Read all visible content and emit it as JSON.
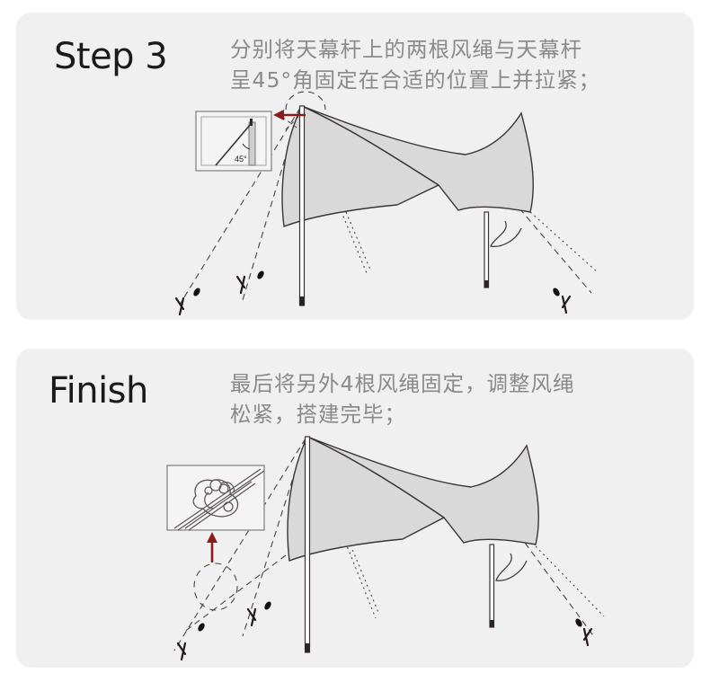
{
  "page": {
    "background_color": "#ffffff",
    "panel_color": "#f0f0f0",
    "accent_color": "#8b1a1a",
    "tarp_fill": "#d9d9d9",
    "line_color": "#3b3434",
    "text_color": "#8a8a8a",
    "title_color": "#1a1a1a"
  },
  "panels": [
    {
      "id": "step3",
      "title": "Step 3",
      "description_lines": [
        "分别将天幕杆上的两根风绳与天幕杆",
        "呈45°角固定在合适的位置上并拉紧；"
      ],
      "inset": {
        "label": "45°",
        "caption": "pole-guyline-angle-detail",
        "arrow_direction": "left",
        "arrow_color": "#8b1a1a"
      },
      "illustration": {
        "name": "tarp-shelter-step3",
        "poles": 2,
        "guylines": 4,
        "stakes": 4,
        "highlight": "dashed-circle-at-pole-top"
      }
    },
    {
      "id": "finish",
      "title": "Finish",
      "description_lines": [
        "最后将另外4根风绳固定，调整风绳",
        "松紧，搭建完毕；"
      ],
      "inset": {
        "label": "",
        "caption": "guyline-tensioner-knot-detail",
        "arrow_direction": "up",
        "arrow_color": "#8b1a1a"
      },
      "illustration": {
        "name": "tarp-shelter-finish",
        "poles": 2,
        "guylines": 6,
        "stakes": 4,
        "highlight": "dashed-circle-on-guyline"
      }
    }
  ]
}
